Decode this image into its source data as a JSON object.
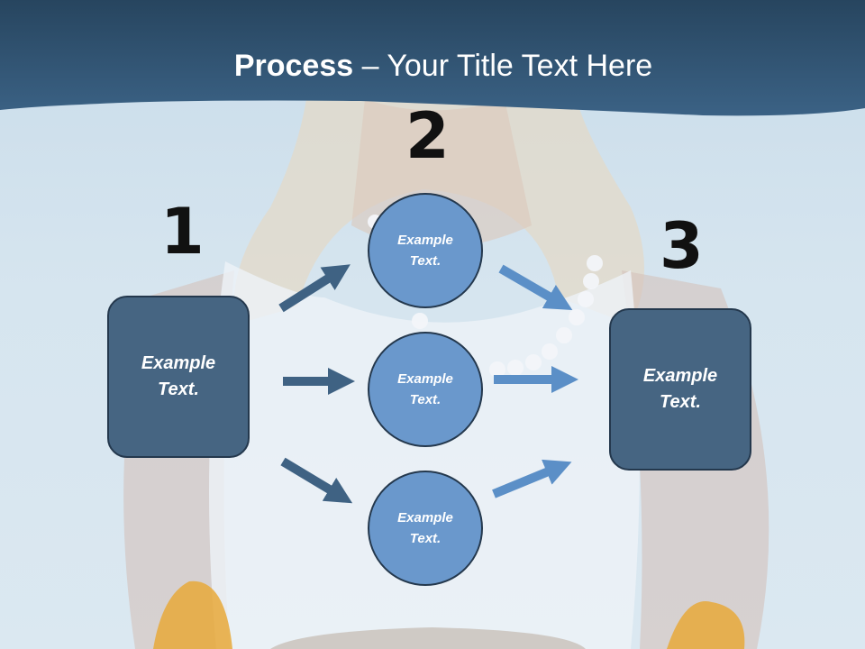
{
  "slide": {
    "title_bold": "Process",
    "title_rest": " – Your Title Text Here"
  },
  "steps": [
    {
      "number": "1",
      "label": "Example\nText."
    },
    {
      "number": "2",
      "label": "Example\nText."
    },
    {
      "number": "3",
      "label": "Example\nText."
    }
  ],
  "circles": [
    {
      "label": "Example\nText."
    },
    {
      "label": "Example\nText."
    },
    {
      "label": "Example\nText."
    }
  ],
  "colors": {
    "header": "#2f5273",
    "box_fill": "#466582",
    "circle_fill": "#6a98cc",
    "arrow_dark": "#3f6283",
    "arrow_light": "#5b8fc7"
  }
}
